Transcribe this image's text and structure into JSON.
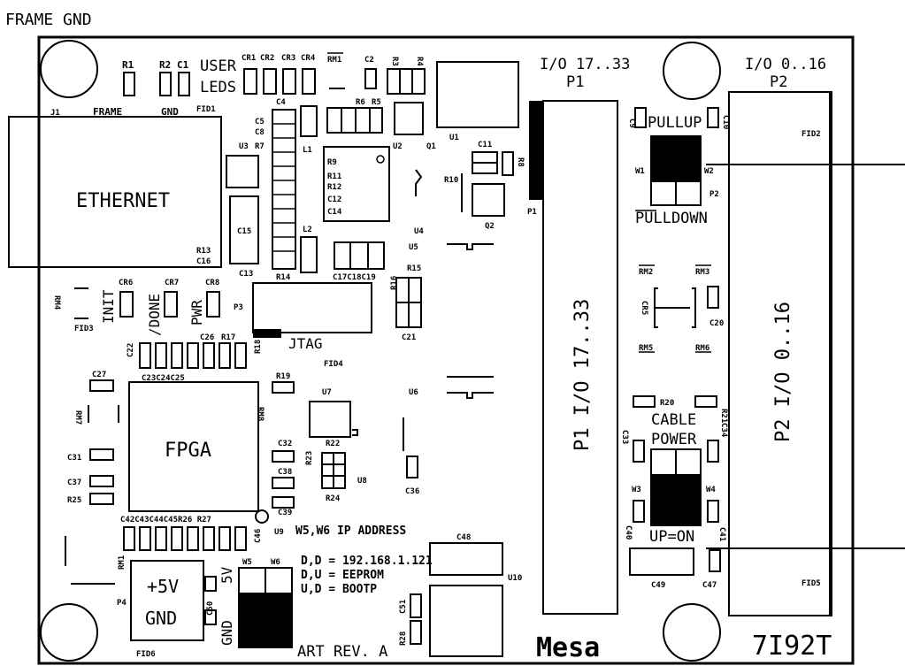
{
  "header": {
    "frame_gnd": "FRAME GND"
  },
  "top_left": {
    "r1": "R1",
    "r2": "R2",
    "c1": "C1",
    "frame": "FRAME",
    "gnd": "GND",
    "fid1": "FID1",
    "user": "USER",
    "leds": "LEDS",
    "j1": "J1"
  },
  "top_parts": {
    "cr1": "CR1",
    "cr2": "CR2",
    "cr3": "CR3",
    "cr4": "CR4",
    "rm1": "RM1",
    "c2": "C2",
    "r3": "R3",
    "r4": "R4",
    "r6": "R6",
    "r5": "R5",
    "c4": "C4",
    "c5": "C5",
    "c8": "C8",
    "u3": "U3",
    "r7": "R7",
    "l1": "L1",
    "u2": "U2",
    "q1": "Q1",
    "u1": "U1",
    "c11": "C11",
    "r8": "R8",
    "r9": "R9",
    "r11": "R11",
    "r12": "R12",
    "c12": "C12",
    "c14": "C14",
    "r10": "R10",
    "q2": "Q2",
    "u4": "U4",
    "u5": "U5",
    "l2": "L2",
    "c15": "C15",
    "r13": "R13",
    "c16": "C16",
    "c13": "C13",
    "r14": "R14",
    "c17c18c19": "C17C18C19",
    "r15": "R15",
    "r16": "R16",
    "c21": "C21"
  },
  "ethernet": "ETHERNET",
  "p1": {
    "header": "I/O 17..33",
    "name": "P1",
    "vertical": "P1 I/O 17..33",
    "pin": "P1"
  },
  "p2": {
    "header": "I/O 0..16",
    "name": "P2",
    "vertical": "P2 I/O 0..16",
    "fid2": "FID2",
    "fid5": "FID5"
  },
  "pull": {
    "c9": "C9",
    "c10": "C10",
    "pullup": "PULLUP",
    "w1": "W1",
    "w2": "W2",
    "p2": "P2",
    "pulldown": "PULLDOWN"
  },
  "mid_right": {
    "rm2": "RM2",
    "rm3": "RM3",
    "cr5": "CR5",
    "c20": "C20",
    "rm5": "RM5",
    "rm6": "RM6",
    "r20": "R20",
    "r21": "R21",
    "cable": "CABLE",
    "power": "POWER",
    "c33": "C33",
    "c34": "C34",
    "w3": "W3",
    "w4": "W4",
    "c40": "C40",
    "c41": "C41",
    "up_on": "UP=ON",
    "c49": "C49",
    "c47": "C47"
  },
  "leds": {
    "rm4": "RM4",
    "fid3": "FID3",
    "init": "INIT",
    "cr6": "CR6",
    "done": "/DONE",
    "cr7": "CR7",
    "pwr": "PWR",
    "cr8": "CR8",
    "p3": "P3",
    "jtag": "JTAG",
    "fid4": "FID4",
    "c22": "C22",
    "c26": "C26",
    "r17": "R17",
    "r18": "R18"
  },
  "fpga_area": {
    "c27": "C27",
    "c23c24c25": "C23C24C25",
    "r19": "R19",
    "u7": "U7",
    "u6": "U6",
    "rm7": "RM7",
    "rm8": "RM8",
    "fpga": "FPGA",
    "c32": "C32",
    "c38": "C38",
    "r22": "R22",
    "r23": "R23",
    "u8": "U8",
    "r24": "R24",
    "c36": "C36",
    "c31": "C31",
    "c37": "C37",
    "r25": "R25",
    "c39": "C39",
    "c42_27": "C42C43C44C45R26 R27",
    "c46": "C46",
    "u9": "U9",
    "ip": "W5,W6 IP ADDRESS"
  },
  "bottom": {
    "rm1b": "RM1",
    "p4": "P4",
    "plus5v": "+5V",
    "gnd": "GND",
    "fid6": "FID6",
    "v5": "5V",
    "gnd2": "GND",
    "c50": "C50",
    "w5": "W5",
    "w6": "W6",
    "ip1": "D,D = 192.168.1.121",
    "ip2": "D,U = EEPROM",
    "ip3": "U,D = BOOTP",
    "art": "ART REV. A",
    "c51": "C51",
    "r28": "R28",
    "c48": "C48",
    "u10": "U10",
    "mesa": "Mesa",
    "model": "7I92T"
  }
}
